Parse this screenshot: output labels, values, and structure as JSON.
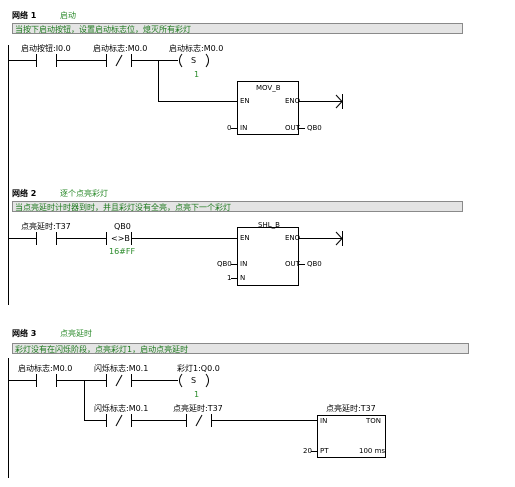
{
  "networks": [
    {
      "title": "网络 1",
      "name": "启动",
      "comment": "当按下启动按钮，设置启动标志位，熄灭所有彩灯",
      "contacts": [
        {
          "label": "启动按钮:I0.0",
          "type": "NO"
        },
        {
          "label": "启动标志:M0.0",
          "type": "NC"
        }
      ],
      "coil": {
        "label": "启动标志:M0.0",
        "op": "S",
        "value": "1"
      },
      "box": {
        "title": "MOV_B",
        "in_pins": [
          "EN",
          "IN"
        ],
        "out_pins": [
          "ENO",
          "OUT"
        ],
        "in_value": "0",
        "out_value": "QB0"
      }
    },
    {
      "title": "网络 2",
      "name": "逐个点亮彩灯",
      "comment": "当点亮延时计时器到时，并且彩灯没有全亮，点亮下一个彩灯",
      "contacts": [
        {
          "label": "点亮延时:T37",
          "type": "NO"
        },
        {
          "label": "QB0",
          "type": "CMP",
          "op": "<>B",
          "operand2": "16#FF"
        }
      ],
      "box": {
        "title": "SHL_B",
        "in_pins": [
          "EN",
          "IN",
          "N"
        ],
        "out_pins": [
          "ENO",
          "OUT"
        ],
        "in_value": "QB0",
        "n_value": "1",
        "out_value": "QB0"
      }
    },
    {
      "title": "网络 3",
      "name": "点亮延时",
      "comment": "彩灯没有在闪烁阶段，点亮彩灯1，启动点亮延时",
      "contacts": [
        {
          "label": "启动标志:M0.0",
          "type": "NO"
        },
        {
          "label": "闪烁标志:M0.1",
          "type": "NC"
        },
        {
          "label": "闪烁标志:M0.1",
          "type": "NC"
        },
        {
          "label": "点亮延时:T37",
          "type": "NC"
        }
      ],
      "coil": {
        "label": "彩灯1:Q0.0",
        "op": "S",
        "value": "1"
      },
      "timer": {
        "label": "点亮延时:T37",
        "in": "IN",
        "type": "TON",
        "pt_value": "20",
        "pt_label": "PT",
        "base": "100 ms"
      }
    }
  ]
}
